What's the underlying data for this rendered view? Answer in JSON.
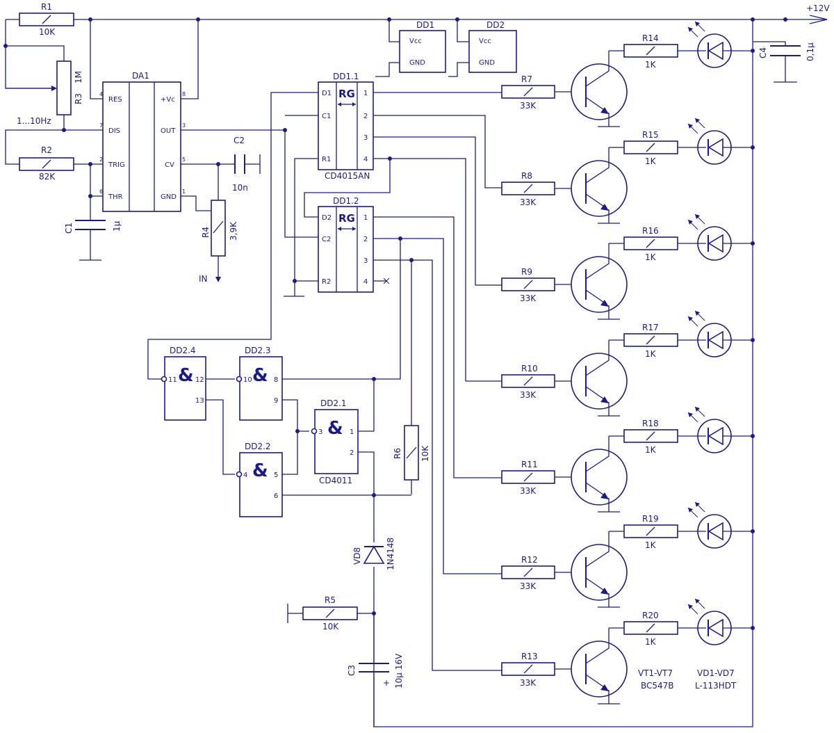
{
  "supply": {
    "label": "+12V"
  },
  "input": {
    "label": "IN"
  },
  "frequency_note": "1...10Hz",
  "resistors": {
    "r1": {
      "ref": "R1",
      "value": "10K"
    },
    "r2": {
      "ref": "R2",
      "value": "82K"
    },
    "r3": {
      "ref": "R3",
      "value": "1M"
    },
    "r4": {
      "ref": "R4",
      "value": "3,9K"
    },
    "r5": {
      "ref": "R5",
      "value": "10K"
    },
    "r6": {
      "ref": "R6",
      "value": "10K"
    },
    "r7": {
      "ref": "R7",
      "value": "33K"
    },
    "r8": {
      "ref": "R8",
      "value": "33K"
    },
    "r9": {
      "ref": "R9",
      "value": "33K"
    },
    "r10": {
      "ref": "R10",
      "value": "33K"
    },
    "r11": {
      "ref": "R11",
      "value": "33K"
    },
    "r12": {
      "ref": "R12",
      "value": "33K"
    },
    "r13": {
      "ref": "R13",
      "value": "33K"
    },
    "r14": {
      "ref": "R14",
      "value": "1K"
    },
    "r15": {
      "ref": "R15",
      "value": "1K"
    },
    "r16": {
      "ref": "R16",
      "value": "1K"
    },
    "r17": {
      "ref": "R17",
      "value": "1K"
    },
    "r18": {
      "ref": "R18",
      "value": "1K"
    },
    "r19": {
      "ref": "R19",
      "value": "1K"
    },
    "r20": {
      "ref": "R20",
      "value": "1K"
    }
  },
  "capacitors": {
    "c1": {
      "ref": "C1",
      "value": "1µ"
    },
    "c2": {
      "ref": "C2",
      "value": "10n"
    },
    "c3": {
      "ref": "C3",
      "value": "10µ 16V",
      "polarity": "+"
    },
    "c4": {
      "ref": "C4",
      "value": "0,1µ"
    }
  },
  "da1": {
    "ref": "DA1",
    "pins_left": [
      {
        "num": "4",
        "name": "RES"
      },
      {
        "num": "7",
        "name": "DIS"
      },
      {
        "num": "2",
        "name": "TRIG"
      },
      {
        "num": "6",
        "name": "THR"
      }
    ],
    "pins_right": [
      {
        "num": "8",
        "name": "+Vc"
      },
      {
        "num": "3",
        "name": "OUT"
      },
      {
        "num": "5",
        "name": "CV"
      },
      {
        "num": "1",
        "name": "GND"
      }
    ]
  },
  "dd_power": [
    {
      "ref": "DD1",
      "vcc": "Vcc",
      "gnd": "GND"
    },
    {
      "ref": "DD2",
      "vcc": "Vcc",
      "gnd": "GND"
    }
  ],
  "dd1_1": {
    "ref": "DD1.1",
    "type": "RG",
    "part": "CD4015AN",
    "in_pins": [
      "D1",
      "C1",
      "R1"
    ],
    "out_pins": [
      "1",
      "2",
      "3",
      "4"
    ]
  },
  "dd1_2": {
    "ref": "DD1.2",
    "type": "RG",
    "in_pins": [
      "D2",
      "C2",
      "R2"
    ],
    "out_pins": [
      "1",
      "2",
      "3",
      "4"
    ]
  },
  "gates": {
    "dd2_1": {
      "ref": "DD2.1",
      "symbol": "&",
      "inputs": [
        "3"
      ],
      "outputs": [
        "1",
        "2"
      ],
      "part": "CD4011"
    },
    "dd2_2": {
      "ref": "DD2.2",
      "symbol": "&",
      "inputs": [
        "4"
      ],
      "outputs": [
        "5",
        "6"
      ]
    },
    "dd2_3": {
      "ref": "DD2.3",
      "symbol": "&",
      "inputs": [
        "10"
      ],
      "outputs": [
        "8",
        "9"
      ]
    },
    "dd2_4": {
      "ref": "DD2.4",
      "symbol": "&",
      "inputs": [
        "11"
      ],
      "outputs": [
        "12",
        "13"
      ]
    }
  },
  "diode": {
    "ref": "VD8",
    "value": "1N4148"
  },
  "notes": {
    "transistors_ref": "VT1-VT7",
    "transistors_part": "BC547B",
    "leds_ref": "VD1-VD7",
    "leds_part": "L-113HDT"
  },
  "colors": {
    "ink": "#1a1a8c",
    "background": "#ffffff"
  }
}
